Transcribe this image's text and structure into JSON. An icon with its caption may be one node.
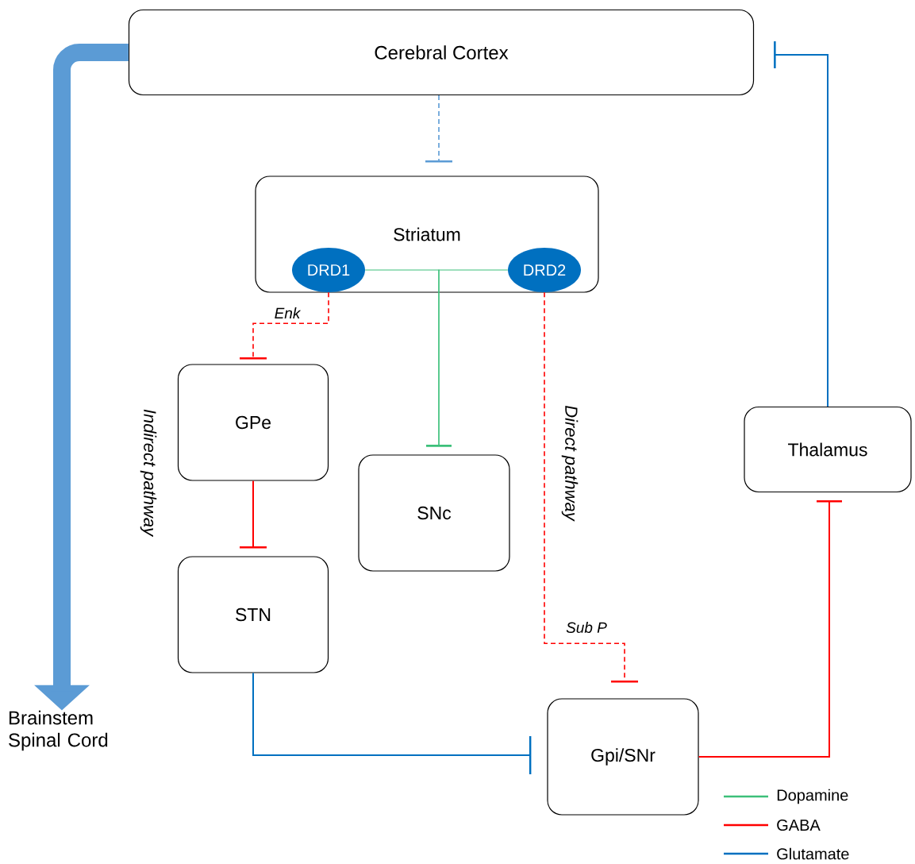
{
  "diagram": {
    "nodes": [
      {
        "text": [
          "Cerebral Cortex"
        ]
      },
      {
        "text": [
          "Striatum"
        ]
      },
      {
        "text": [
          "DRD1"
        ],
        "in": 1
      },
      {
        "text": [
          "DRD2"
        ],
        "in": 1
      },
      {
        "text": [
          "GPe"
        ]
      },
      {
        "text": [
          "SNc"
        ]
      },
      {
        "text": [
          "STN"
        ]
      },
      {
        "text": [
          "Gpi/SNr"
        ]
      },
      {
        "text": [
          "Thalamus"
        ]
      },
      {
        "text": [
          "Brainstem Spinal Cord"
        ]
      }
    ],
    "edges": [
      {
        "from": 0,
        "to": 9,
        "arrow": "to",
        "style": "thick",
        "color": "#5b9bd5"
      },
      {
        "from": 0,
        "to": 1,
        "arrow": "other",
        "style": "dashed",
        "color": "#5b9bd5"
      },
      {
        "from": 2,
        "to": 4,
        "arrow": "other",
        "style": "dashed",
        "color": "#ff0000",
        "label": "Enk"
      },
      {
        "from": 2,
        "to": 5,
        "arrow": "other",
        "color": "#3cc07a"
      },
      {
        "from": 3,
        "to": 5,
        "arrow": "other",
        "color": "#3cc07a"
      },
      {
        "from": 3,
        "to": 7,
        "arrow": "other",
        "style": "dashed",
        "color": "#ff0000",
        "label": "Sub P"
      },
      {
        "from": 4,
        "to": 6,
        "arrow": "other",
        "color": "#ff0000"
      },
      {
        "from": 6,
        "to": 7,
        "arrow": "other",
        "color": "#0070c0"
      },
      {
        "from": 7,
        "to": 8,
        "arrow": "other",
        "color": "#ff0000"
      },
      {
        "from": 8,
        "to": 0,
        "arrow": "other",
        "color": "#0070c0"
      }
    ],
    "labels": [
      "Indirect pathway",
      "Direct pathway"
    ],
    "legend": [
      {
        "text": "Dopamine",
        "color": "#3cc07a"
      },
      {
        "text": "GABA",
        "color": "#ff0000"
      },
      {
        "text": "Glutamate",
        "color": "#0070c0"
      }
    ]
  }
}
